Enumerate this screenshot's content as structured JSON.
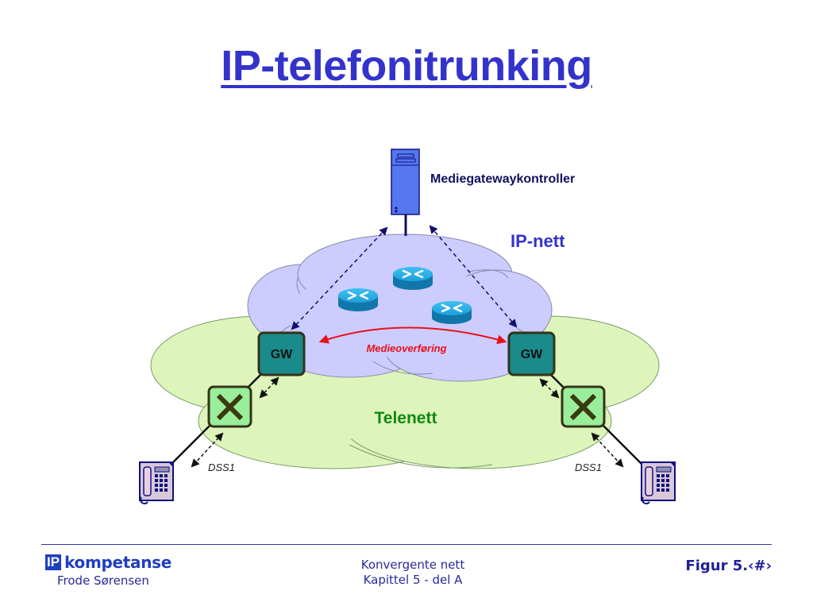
{
  "slide": {
    "title": "IP-telefonitrunking"
  },
  "diagram": {
    "controller_label": "Mediegatewaykontroller",
    "ip_network_label": "IP-nett",
    "phone_network_label": "Telenett",
    "media_transfer_label": "Medieoverføring",
    "gateway_left_label": "GW",
    "gateway_right_label": "GW",
    "signaling_left_label": "DSS1",
    "signaling_right_label": "DSS1",
    "colors": {
      "title": "#3333cc",
      "ip_cloud": "#ccccff",
      "tele_cloud": "#ddf5bb",
      "gateway": "#1a8a8a",
      "switch": "#99ee99",
      "media_arrow": "#e8101a",
      "telenett_text": "#118811"
    }
  },
  "footer": {
    "brand_ip": "IP",
    "brand_name": "kompetanse",
    "author": "Frode Sørensen",
    "course_line1": "Konvergente nett",
    "course_line2": "Kapittel 5 - del A",
    "figure_label": "Figur 5.‹#›"
  }
}
